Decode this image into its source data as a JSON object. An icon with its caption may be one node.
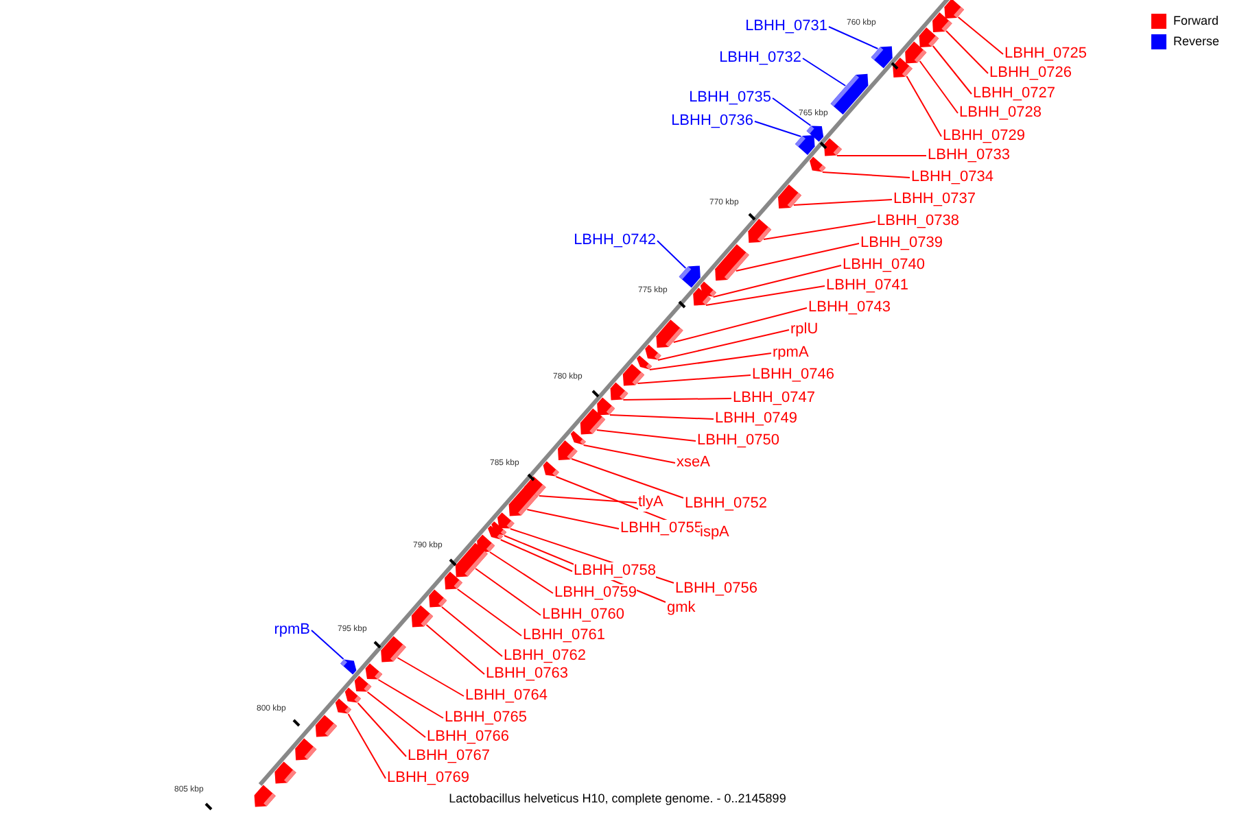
{
  "diagram": {
    "caption": "Lactobacillus helveticus H10, complete genome. - 0..2145899",
    "nodes": [
      {
        "text": [
          "LBHH_0731"
        ]
      },
      {
        "text": [],
        "shape": "arrow"
      },
      {
        "text": [
          "LBHH_0725"
        ]
      },
      {
        "text": [],
        "shape": "arrow"
      },
      {
        "text": [
          "LBHH_0732"
        ]
      },
      {
        "text": [],
        "shape": "arrow"
      },
      {
        "text": [
          "LBHH_0726"
        ]
      },
      {
        "text": [],
        "shape": "arrow"
      },
      {
        "text": [
          "LBHH_0727"
        ]
      },
      {
        "text": [],
        "shape": "arrow"
      },
      {
        "text": [
          "LBHH_0735"
        ]
      },
      {
        "text": [],
        "shape": "arrow"
      },
      {
        "text": [
          "LBHH_0728"
        ]
      },
      {
        "text": [],
        "shape": "arrow"
      },
      {
        "text": [
          "LBHH_0736"
        ]
      },
      {
        "text": [],
        "shape": "arrow"
      },
      {
        "text": [
          "LBHH_0729"
        ]
      },
      {
        "text": [],
        "shape": "arrow"
      },
      {
        "text": [
          "LBHH_0733"
        ]
      },
      {
        "text": [],
        "shape": "arrow"
      },
      {
        "text": [
          "LBHH_0734"
        ]
      },
      {
        "text": [],
        "shape": "arrow"
      },
      {
        "text": [
          "LBHH_0737"
        ]
      },
      {
        "text": [],
        "shape": "arrow"
      },
      {
        "text": [
          "LBHH_0738"
        ]
      },
      {
        "text": [],
        "shape": "arrow"
      },
      {
        "text": [
          "LBHH_0742"
        ]
      },
      {
        "text": [],
        "shape": "arrow"
      },
      {
        "text": [
          "LBHH_0739"
        ]
      },
      {
        "text": [],
        "shape": "arrow"
      },
      {
        "text": [
          "LBHH_0740"
        ]
      },
      {
        "text": [],
        "shape": "arrow"
      },
      {
        "text": [
          "LBHH_0741"
        ]
      },
      {
        "text": [],
        "shape": "arrow"
      },
      {
        "text": [
          "LBHH_0743"
        ]
      },
      {
        "text": [],
        "shape": "arrow"
      },
      {
        "text": [
          "rplU"
        ]
      },
      {
        "text": [],
        "shape": "arrow"
      },
      {
        "text": [
          "rpmA"
        ]
      },
      {
        "text": [],
        "shape": "arrow"
      },
      {
        "text": [
          "LBHH_0746"
        ]
      },
      {
        "text": [],
        "shape": "arrow"
      },
      {
        "text": [
          "LBHH_0747"
        ]
      },
      {
        "text": [],
        "shape": "arrow"
      },
      {
        "text": [
          "LBHH_0749"
        ]
      },
      {
        "text": [],
        "shape": "arrow"
      },
      {
        "text": [
          "LBHH_0750"
        ]
      },
      {
        "text": [],
        "shape": "arrow"
      },
      {
        "text": [
          "xseA"
        ]
      },
      {
        "text": [],
        "shape": "arrow"
      },
      {
        "text": [
          "LBHH_0752"
        ]
      },
      {
        "text": [],
        "shape": "arrow"
      },
      {
        "text": [
          "tlyA"
        ]
      },
      {
        "text": [],
        "shape": "arrow"
      },
      {
        "text": [
          "LBHH_0755"
        ]
      },
      {
        "text": [],
        "shape": "arrow"
      },
      {
        "text": [
          "ispA"
        ]
      },
      {
        "text": [],
        "shape": "arrow"
      },
      {
        "text": [
          "LBHH_0758"
        ]
      },
      {
        "text": [],
        "shape": "arrow"
      },
      {
        "text": [
          "LBHH_0756"
        ]
      },
      {
        "text": [],
        "shape": "arrow"
      },
      {
        "text": [
          "LBHH_0759"
        ]
      },
      {
        "text": [],
        "shape": "arrow"
      },
      {
        "text": [
          "gmk"
        ]
      },
      {
        "text": [],
        "shape": "arrow"
      },
      {
        "text": [
          "LBHH_0760"
        ]
      },
      {
        "text": [],
        "shape": "arrow"
      },
      {
        "text": [
          "rpmB"
        ]
      },
      {
        "text": [],
        "shape": "arrow"
      },
      {
        "text": [
          "LBHH_0761"
        ]
      },
      {
        "text": [],
        "shape": "arrow"
      },
      {
        "text": [
          "LBHH_0762"
        ]
      },
      {
        "text": [],
        "shape": "arrow"
      },
      {
        "text": [
          "LBHH_0763"
        ]
      },
      {
        "text": [],
        "shape": "arrow"
      },
      {
        "text": [
          "LBHH_0764"
        ]
      },
      {
        "text": [],
        "shape": "arrow"
      },
      {
        "text": [
          "LBHH_0765"
        ]
      },
      {
        "text": [],
        "shape": "arrow"
      },
      {
        "text": [
          "LBHH_0766"
        ]
      },
      {
        "text": [],
        "shape": "arrow"
      },
      {
        "text": [
          "LBHH_0767"
        ]
      },
      {
        "text": [],
        "shape": "arrow"
      },
      {
        "text": [
          "LBHH_0769"
        ]
      },
      {
        "text": [],
        "shape": "arrow"
      },
      {
        "text": [],
        "shape": "arrow"
      },
      {
        "text": [],
        "shape": "arrow"
      },
      {
        "text": [],
        "shape": "arrow"
      },
      {
        "text": [],
        "shape": "arrow"
      }
    ],
    "edges": [
      {
        "from": 0,
        "to": 1,
        "arrow": "none",
        "color": "#0000ff"
      },
      {
        "from": 2,
        "to": 3,
        "arrow": "none"
      },
      {
        "from": 4,
        "to": 5,
        "arrow": "none",
        "color": "#0000ff"
      },
      {
        "from": 6,
        "to": 7,
        "arrow": "none"
      },
      {
        "from": 8,
        "to": 9,
        "arrow": "none"
      },
      {
        "from": 10,
        "to": 11,
        "arrow": "none",
        "color": "#0000ff"
      },
      {
        "from": 12,
        "to": 13,
        "arrow": "none"
      },
      {
        "from": 14,
        "to": 15,
        "arrow": "none",
        "color": "#0000ff"
      },
      {
        "from": 16,
        "to": 17,
        "arrow": "none"
      },
      {
        "from": 18,
        "to": 19,
        "arrow": "none"
      },
      {
        "from": 20,
        "to": 21,
        "arrow": "none"
      },
      {
        "from": 22,
        "to": 23,
        "arrow": "none"
      },
      {
        "from": 24,
        "to": 25,
        "arrow": "none"
      },
      {
        "from": 26,
        "to": 27,
        "arrow": "none",
        "color": "#0000ff"
      },
      {
        "from": 28,
        "to": 29,
        "arrow": "none"
      },
      {
        "from": 30,
        "to": 31,
        "arrow": "none"
      },
      {
        "from": 32,
        "to": 33,
        "arrow": "none"
      },
      {
        "from": 34,
        "to": 35,
        "arrow": "none"
      },
      {
        "from": 36,
        "to": 37,
        "arrow": "none"
      },
      {
        "from": 38,
        "to": 39,
        "arrow": "none"
      },
      {
        "from": 40,
        "to": 41,
        "arrow": "none"
      },
      {
        "from": 42,
        "to": 43,
        "arrow": "none"
      },
      {
        "from": 44,
        "to": 45,
        "arrow": "none"
      },
      {
        "from": 46,
        "to": 47,
        "arrow": "none"
      },
      {
        "from": 48,
        "to": 49,
        "arrow": "none"
      },
      {
        "from": 50,
        "to": 51,
        "arrow": "none"
      },
      {
        "from": 52,
        "to": 53,
        "arrow": "none"
      },
      {
        "from": 54,
        "to": 55,
        "arrow": "none"
      },
      {
        "from": 56,
        "to": 57,
        "arrow": "none"
      },
      {
        "from": 58,
        "to": 59,
        "arrow": "none"
      },
      {
        "from": 60,
        "to": 61,
        "arrow": "none"
      },
      {
        "from": 62,
        "to": 63,
        "arrow": "none"
      },
      {
        "from": 64,
        "to": 65,
        "arrow": "none"
      },
      {
        "from": 66,
        "to": 67,
        "arrow": "none"
      },
      {
        "from": 68,
        "to": 69,
        "arrow": "none",
        "color": "#0000ff"
      },
      {
        "from": 70,
        "to": 71,
        "arrow": "none"
      },
      {
        "from": 72,
        "to": 73,
        "arrow": "none"
      },
      {
        "from": 74,
        "to": 75,
        "arrow": "none"
      },
      {
        "from": 76,
        "to": 77,
        "arrow": "none"
      },
      {
        "from": 78,
        "to": 79,
        "arrow": "none"
      },
      {
        "from": 80,
        "to": 81,
        "arrow": "none"
      },
      {
        "from": 82,
        "to": 83,
        "arrow": "none"
      },
      {
        "from": 84,
        "to": 85,
        "arrow": "none"
      }
    ],
    "labels": [
      "760 kbp",
      "765 kbp",
      "770 kbp",
      "775 kbp",
      "780 kbp",
      "785 kbp",
      "790 kbp",
      "795 kbp",
      "800 kbp",
      "805 kbp"
    ],
    "legend": [
      {
        "text": "Forward",
        "color": "#ff0000"
      },
      {
        "text": "Reverse",
        "color": "#0000ff"
      }
    ]
  }
}
